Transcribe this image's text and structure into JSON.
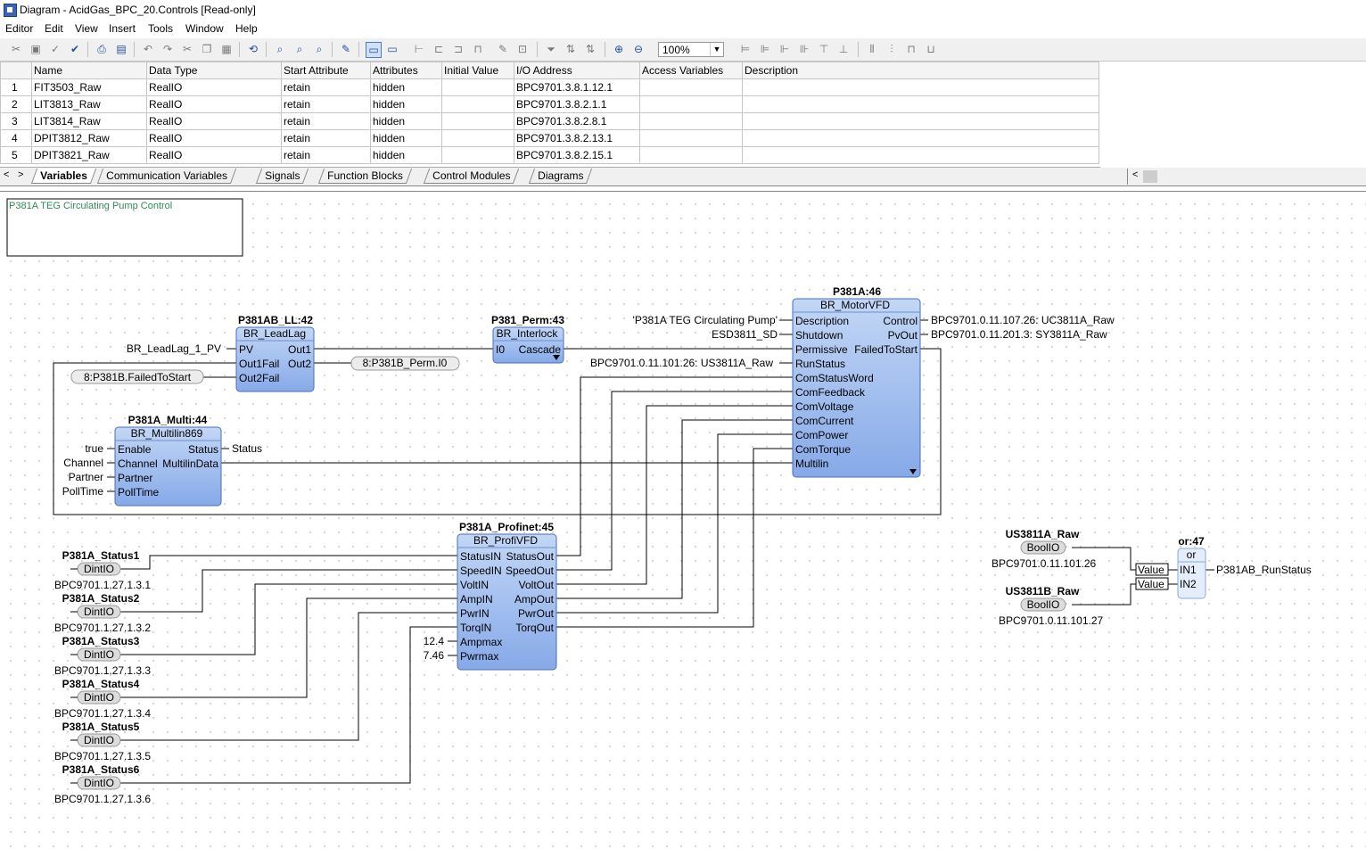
{
  "window_title": "Diagram - AcidGas_BPC_20.Controls [Read-only]",
  "menu": [
    "Editor",
    "Edit",
    "View",
    "Insert",
    "Tools",
    "Window",
    "Help"
  ],
  "zoom": "100%",
  "grid": {
    "headers": [
      "",
      "Name",
      "Data Type",
      "Start Attribute",
      "Attributes",
      "Initial Value",
      "I/O Address",
      "Access Variables",
      "Description"
    ],
    "rows": [
      [
        "1",
        "FIT3503_Raw",
        "RealIO",
        "retain",
        "hidden",
        "",
        "BPC9701.3.8.1.12.1",
        "",
        ""
      ],
      [
        "2",
        "LIT3813_Raw",
        "RealIO",
        "retain",
        "hidden",
        "",
        "BPC9701.3.8.2.1.1",
        "",
        ""
      ],
      [
        "3",
        "LIT3814_Raw",
        "RealIO",
        "retain",
        "hidden",
        "",
        "BPC9701.3.8.2.8.1",
        "",
        ""
      ],
      [
        "4",
        "DPIT3812_Raw",
        "RealIO",
        "retain",
        "hidden",
        "",
        "BPC9701.3.8.2.13.1",
        "",
        ""
      ],
      [
        "5",
        "DPIT3821_Raw",
        "RealIO",
        "retain",
        "hidden",
        "",
        "BPC9701.3.8.2.15.1",
        "",
        ""
      ]
    ]
  },
  "tabs": [
    "Variables",
    "Communication Variables",
    "Signals",
    "Function Blocks",
    "Control Modules",
    "Diagrams"
  ],
  "active_tab": "Variables",
  "diagram": {
    "comment": "P381A TEG Circulating Pump Control",
    "leadlag": {
      "name": "P381AB_LL:42",
      "type": "BR_LeadLag",
      "inputs": [
        "PV",
        "Out1Fail",
        "Out2Fail"
      ],
      "outputs": [
        "Out1",
        "Out2"
      ]
    },
    "interlock": {
      "name": "P381_Perm:43",
      "type": "BR_Interlock",
      "inputs": [
        "I0"
      ],
      "outputs": [
        "Cascade"
      ]
    },
    "motor": {
      "name": "P381A:46",
      "type": "BR_MotorVFD",
      "inputs": [
        "Description",
        "Shutdown",
        "Permissive",
        "RunStatus",
        "ComStatusWord",
        "ComFeedback",
        "ComVoltage",
        "ComCurrent",
        "ComPower",
        "ComTorque",
        "Multilin"
      ],
      "outputs": [
        "Control",
        "PvOut",
        "FailedToStart"
      ]
    },
    "multi": {
      "name": "P381A_Multi:44",
      "type": "BR_Multilin869",
      "inputs": [
        "Enable",
        "Channel",
        "Partner",
        "PollTime"
      ],
      "outputs": [
        "Status",
        "MultilinData"
      ]
    },
    "profinet": {
      "name": "P381A_Profinet:45",
      "type": "BR_ProfiVFD",
      "inputs": [
        "StatusIN",
        "SpeedIN",
        "VoltIN",
        "AmpIN",
        "PwrIN",
        "TorqIN",
        "Ampmax",
        "Pwrmax"
      ],
      "outputs": [
        "StatusOut",
        "SpeedOut",
        "VoltOut",
        "AmpOut",
        "PwrOut",
        "TorqOut"
      ]
    },
    "orblock": {
      "name": "or:47",
      "type": "or",
      "inputs": [
        "IN1",
        "IN2"
      ]
    },
    "labels": {
      "leadlag_pv": "BR_LeadLag_1_PV",
      "out2fail_ref": "8:P381B.FailedToStart",
      "out2_ref": "8:P381B_Perm.I0",
      "desc_val": "'P381A TEG Circulating Pump'",
      "shutdown_val": "ESD3811_SD",
      "runstatus_val": "BPC9701.0.11.101.26: US3811A_Raw",
      "control_out": "BPC9701.0.11.107.26: UC3811A_Raw",
      "pvout_out": "BPC9701.0.11.201.3: SY3811A_Raw",
      "enable_val": "true",
      "channel_val": "Channel",
      "partner_val": "Partner",
      "polltime_val": "PollTime",
      "status_out": "Status",
      "ampmax_val": "12.4",
      "pwrmax_val": "7.46",
      "or_out": "P381AB_RunStatus",
      "value_label": "Value"
    },
    "status_vars": [
      {
        "name": "P381A_Status1",
        "type": "DintIO",
        "addr": "BPC9701.1.27.1.3.1"
      },
      {
        "name": "P381A_Status2",
        "type": "DintIO",
        "addr": "BPC9701.1.27.1.3.2"
      },
      {
        "name": "P381A_Status3",
        "type": "DintIO",
        "addr": "BPC9701.1.27.1.3.3"
      },
      {
        "name": "P381A_Status4",
        "type": "DintIO",
        "addr": "BPC9701.1.27.1.3.4"
      },
      {
        "name": "P381A_Status5",
        "type": "DintIO",
        "addr": "BPC9701.1.27.1.3.5"
      },
      {
        "name": "P381A_Status6",
        "type": "DintIO",
        "addr": "BPC9701.1.27.1.3.6"
      }
    ],
    "bool_vars": [
      {
        "name": "US3811A_Raw",
        "type": "BoolIO",
        "addr": "BPC9701.0.11.101.26"
      },
      {
        "name": "US3811B_Raw",
        "type": "BoolIO",
        "addr": "BPC9701.0.11.101.27"
      }
    ]
  }
}
